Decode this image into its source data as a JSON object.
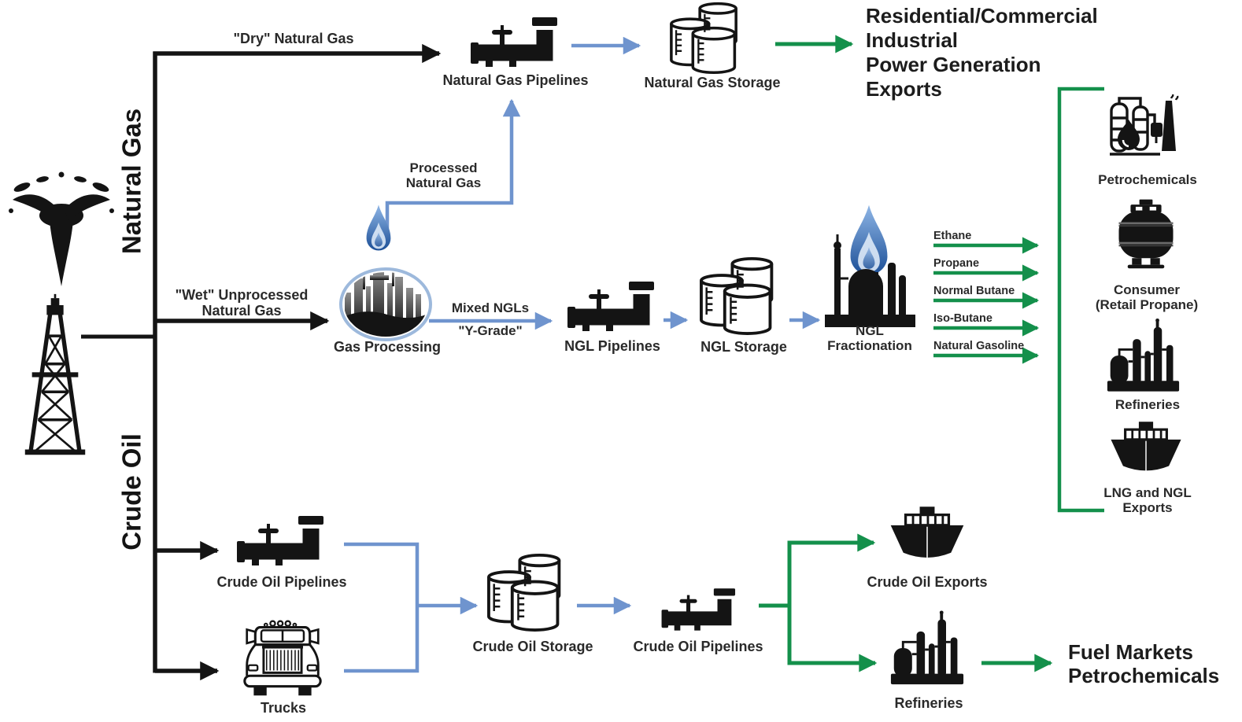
{
  "source": {
    "natural_gas_branch": "Natural Gas",
    "crude_oil_branch": "Crude Oil"
  },
  "gas_flow": {
    "dry_gas": "\"Dry\" Natural Gas",
    "pipelines": "Natural Gas Pipelines",
    "storage": "Natural Gas Storage",
    "end_markets": "Residential/Commercial\nIndustrial\nPower Generation\nExports",
    "processed": "Processed\nNatural Gas",
    "wet_gas": "\"Wet\" Unprocessed\nNatural Gas",
    "processing": "Gas Processing",
    "mixed_ngls": "Mixed NGLs",
    "y_grade": "\"Y-Grade\"",
    "ngl_pipelines": "NGL Pipelines",
    "ngl_storage": "NGL Storage",
    "fractionation": "NGL\nFractionation",
    "products": [
      "Ethane",
      "Propane",
      "Normal Butane",
      "Iso-Butane",
      "Natural Gasoline"
    ],
    "destinations": [
      "Petrochemicals",
      "Consumer\n(Retail Propane)",
      "Refineries",
      "LNG and NGL\nExports"
    ]
  },
  "oil_flow": {
    "pipelines": "Crude Oil Pipelines",
    "trucks": "Trucks",
    "storage": "Crude Oil Storage",
    "pipelines_2": "Crude Oil Pipelines",
    "exports": "Crude Oil Exports",
    "refineries": "Refineries",
    "end_markets": "Fuel Markets\nPetrochemicals"
  },
  "colors": {
    "line_black": "#141414",
    "arrow_blue": "#6f94ce",
    "arrow_green": "#14904b"
  }
}
